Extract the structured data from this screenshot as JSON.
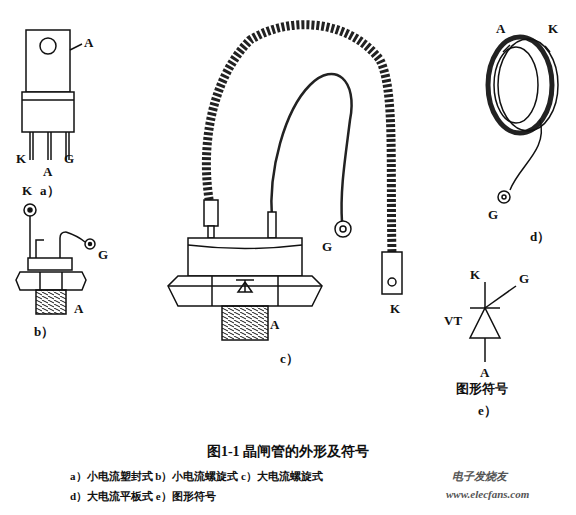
{
  "diagram": {
    "caption": "图1-1  晶闸管的外形及符号",
    "labels": [
      "A",
      "K",
      "A",
      "G",
      "a）",
      "K",
      "G",
      "A",
      "b）",
      "G",
      "K",
      "A",
      "c）",
      "A",
      "K",
      "G",
      "d）",
      "K",
      "G",
      "VT",
      "A",
      "图形符号",
      "e）",
      "a）小电流塑封式   b）小电流螺旋式   c）大电流螺旋式",
      "d）大电流平板式   e）图形符号",
      "电子发烧友",
      "www.elecfans.com"
    ]
  }
}
